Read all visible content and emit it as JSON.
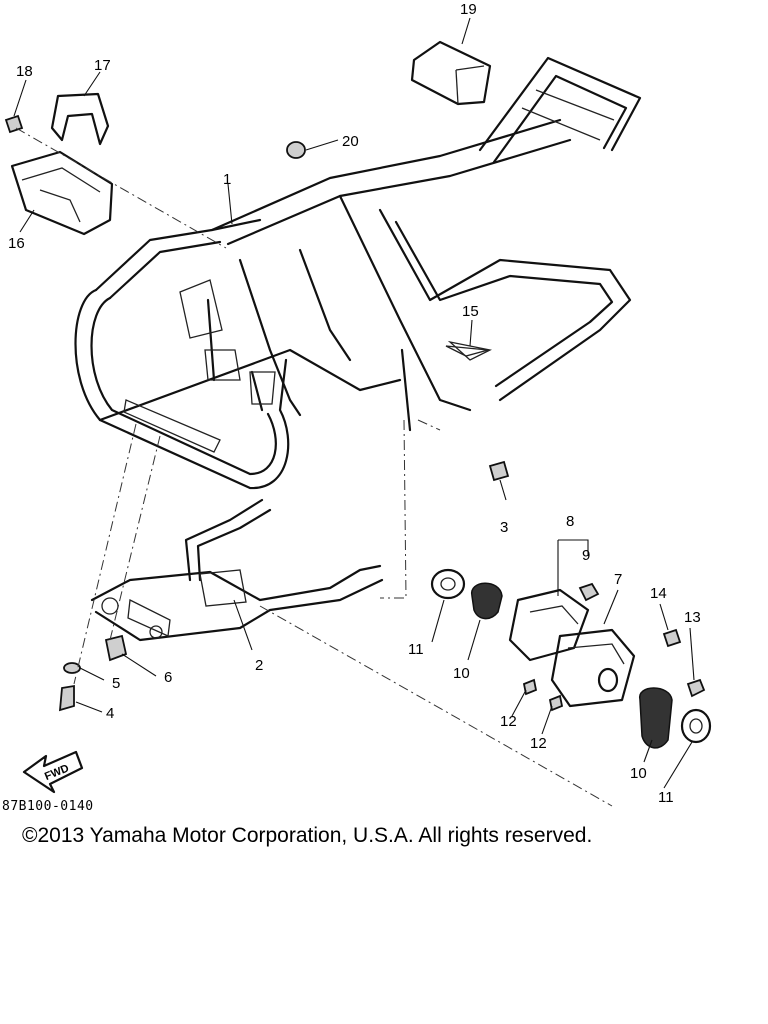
{
  "diagram": {
    "code": "87B100-0140",
    "copyright": "©2013 Yamaha Motor Corporation, U.S.A. All rights reserved.",
    "fwd_arrow_label": "FWD",
    "callouts": [
      "1",
      "2",
      "3",
      "4",
      "5",
      "6",
      "7",
      "8",
      "9",
      "10",
      "11",
      "12",
      "13",
      "14",
      "15",
      "16",
      "17",
      "18",
      "19",
      "20"
    ],
    "callouts_dup": {
      "10b": "10",
      "11b": "11",
      "12b": "12"
    }
  }
}
